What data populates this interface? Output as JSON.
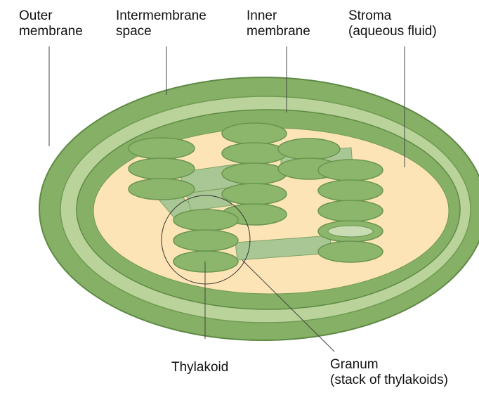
{
  "colors": {
    "outer_membrane": "#86b065",
    "intermembrane_space": "#b9d39a",
    "inner_membrane": "#86b065",
    "stroma": "#fde4b6",
    "thylakoid": "#8cb66b",
    "thylakoid_stroke": "#6a9550",
    "lamella": "#a9c795",
    "leader_line": "#444444"
  },
  "labels": {
    "outer_membrane": {
      "line1": "Outer",
      "line2": "membrane"
    },
    "intermembrane_space": {
      "line1": "Intermembrane",
      "line2": "space"
    },
    "inner_membrane": {
      "line1": "Inner",
      "line2": "membrane"
    },
    "stroma": {
      "line1": "Stroma",
      "line2": "(aqueous fluid)"
    },
    "thylakoid": {
      "line1": "Thylakoid"
    },
    "granum": {
      "line1": "Granum",
      "line2": "(stack of thylakoids)"
    }
  }
}
